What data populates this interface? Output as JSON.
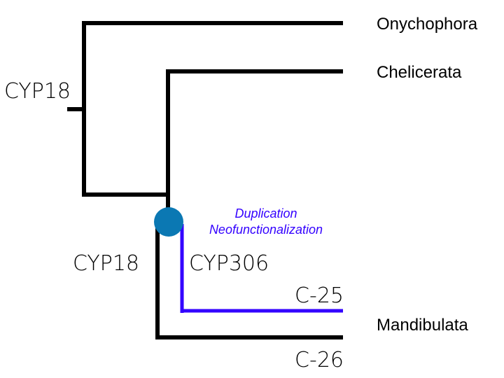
{
  "diagram": {
    "type": "phylogenetic-tree",
    "taxa": [
      {
        "id": "onychophora",
        "label": "Onychophora"
      },
      {
        "id": "chelicerata",
        "label": "Chelicerata"
      },
      {
        "id": "mandibulata",
        "label": "Mandibulata"
      }
    ],
    "gene_labels": {
      "root": "CYP18",
      "mandibulata_cyp18": "CYP18",
      "mandibulata_cyp306": "CYP306",
      "c25": "C-25",
      "c26": "C-26"
    },
    "event": {
      "line1": "Duplication",
      "line2": "Neofunctionalization"
    },
    "colors": {
      "branch": "#000000",
      "duplicate_branch": "#3300ff",
      "event_node": "#0b78b3",
      "event_text": "#3300ff"
    }
  }
}
